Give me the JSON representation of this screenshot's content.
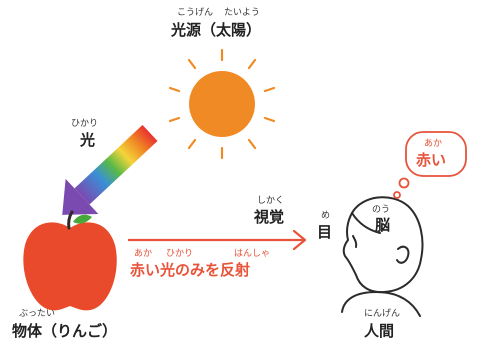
{
  "sun": {
    "ruby_left": "こうげん",
    "ruby_right": "たいよう",
    "label": "光源（太陽）",
    "color": "#f08a24"
  },
  "light": {
    "ruby": "ひかり",
    "label": "光"
  },
  "apple": {
    "ruby": "ぶったい",
    "label": "物体（りんご）",
    "color": "#ea4a2c"
  },
  "reflect": {
    "ruby_left": "あか",
    "ruby_mid": "ひかり",
    "ruby_right": "はんしゃ",
    "label": "赤い光のみを反射",
    "color": "#e8533a"
  },
  "vision": {
    "ruby": "しかく",
    "label": "視覚"
  },
  "eye": {
    "ruby": "め",
    "label": "目"
  },
  "brain": {
    "ruby": "のう",
    "label": "脳"
  },
  "thought": {
    "ruby": "あか",
    "label": "赤い"
  },
  "human": {
    "ruby": "にんげん",
    "label": "人間"
  }
}
